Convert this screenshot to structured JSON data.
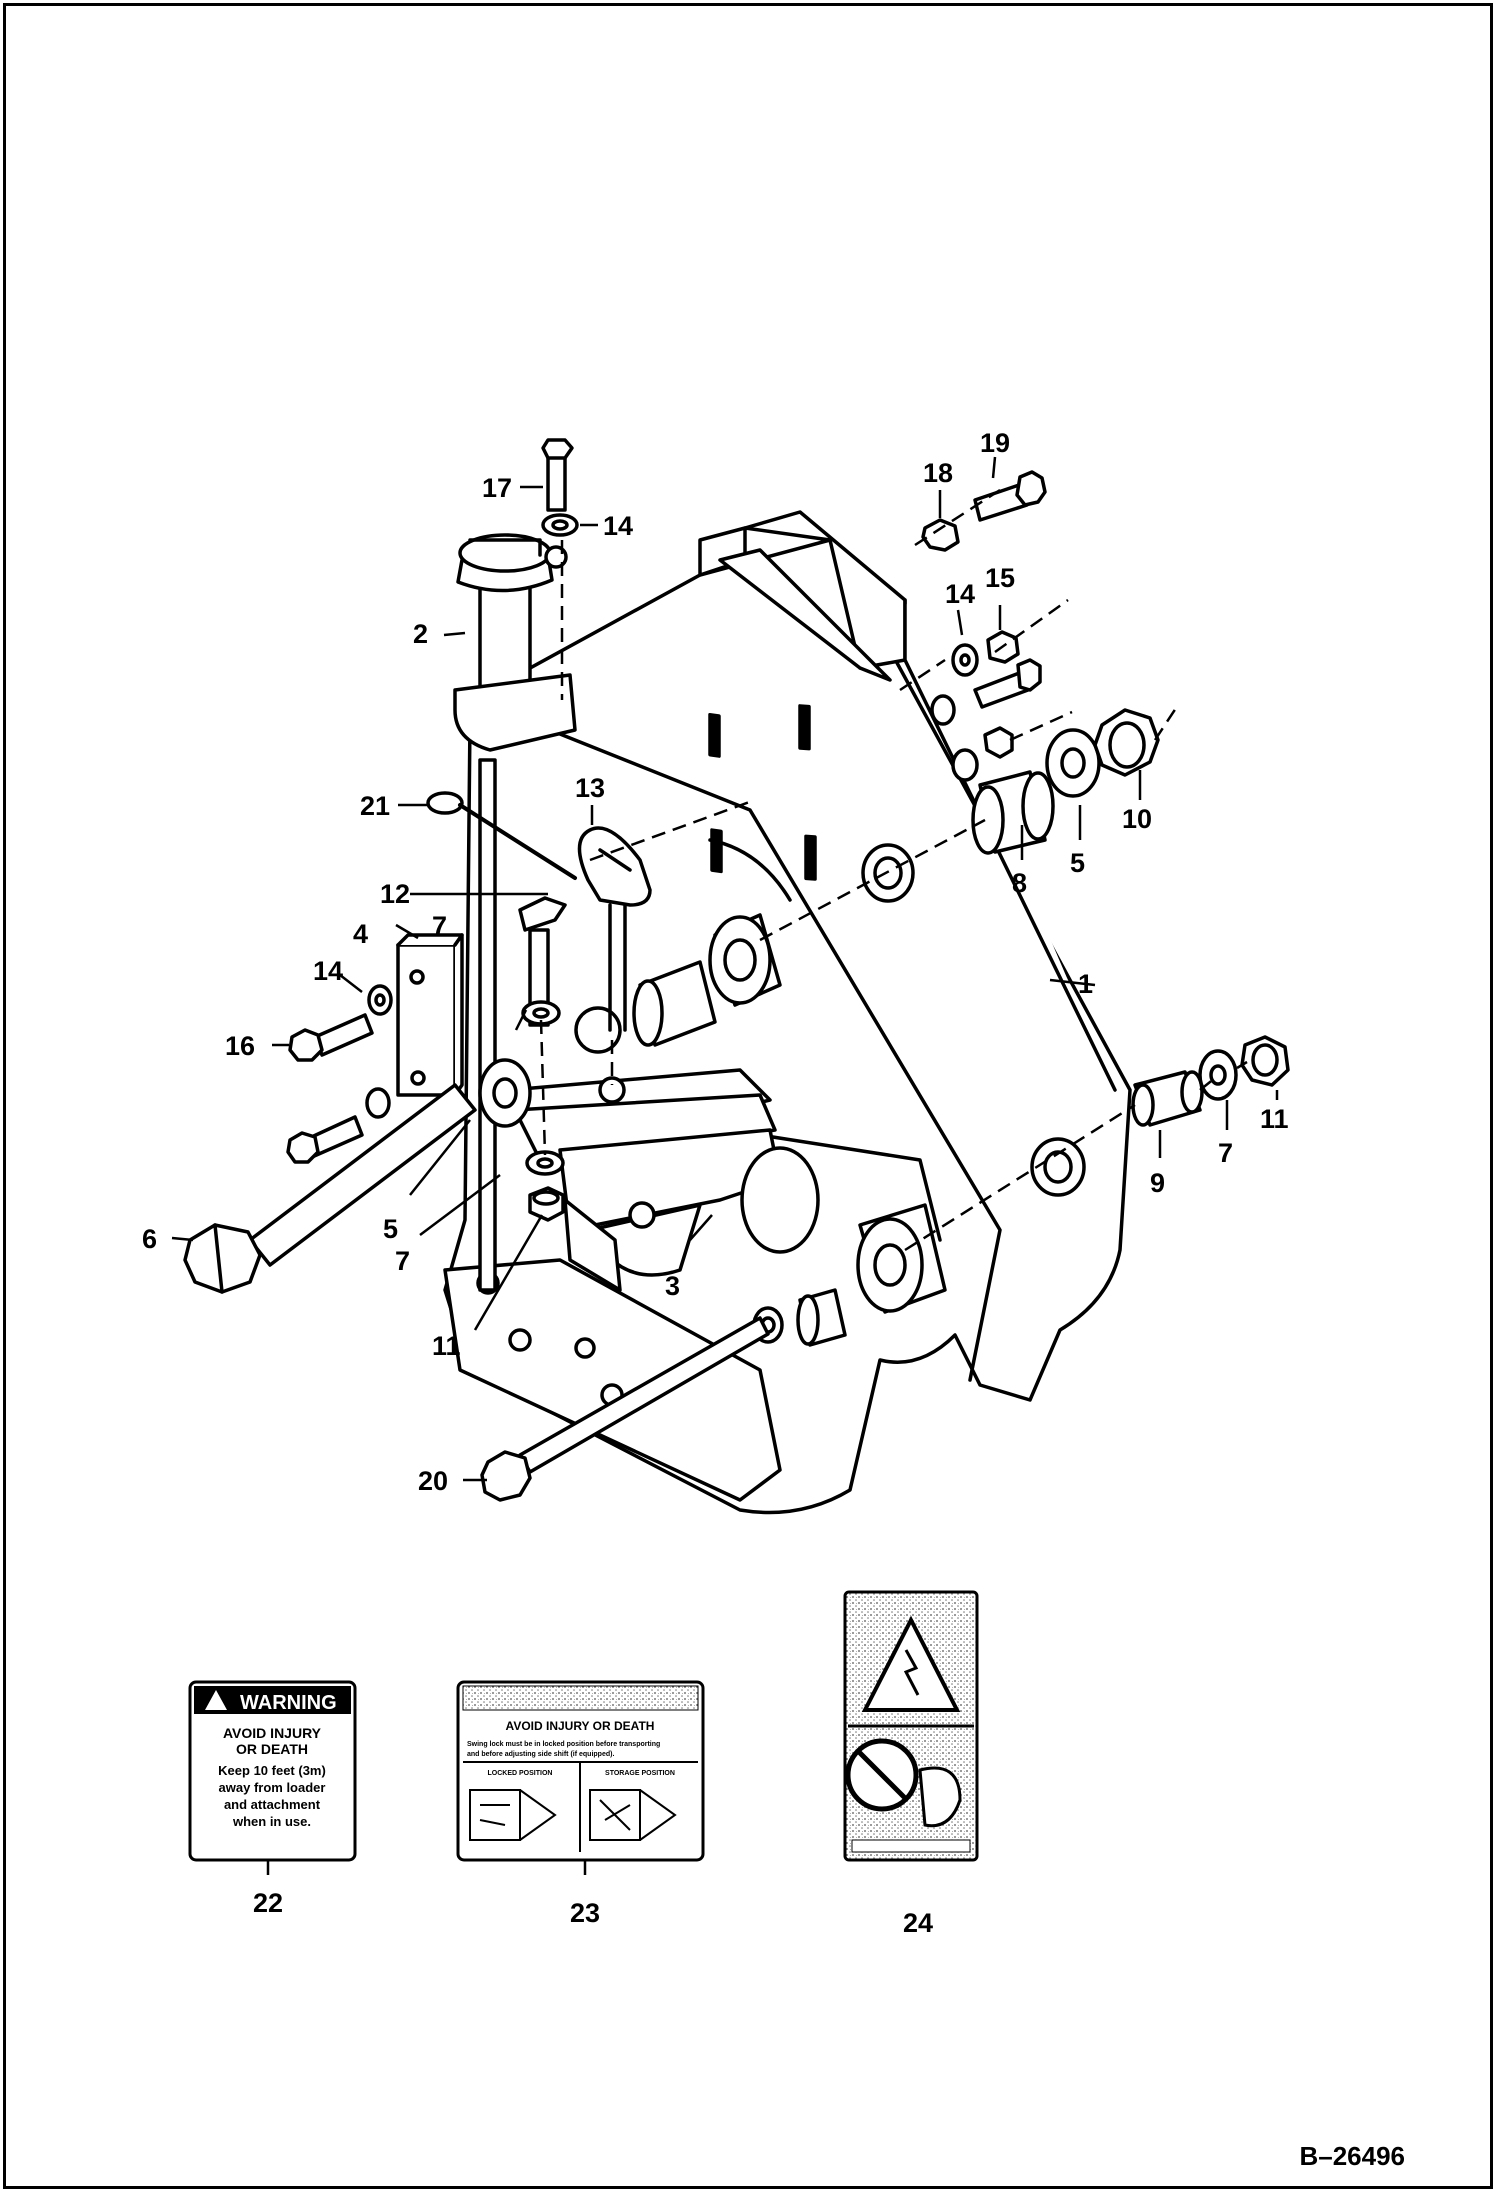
{
  "drawing": {
    "reference": "B–26496",
    "callouts": [
      "1",
      "2",
      "3",
      "4",
      "5",
      "5",
      "6",
      "7",
      "7",
      "7",
      "8",
      "9",
      "10",
      "11",
      "11",
      "12",
      "13",
      "14",
      "14",
      "14",
      "15",
      "16",
      "17",
      "18",
      "19",
      "20",
      "21",
      "22",
      "23",
      "24"
    ]
  },
  "decal22": {
    "header": "WARNING",
    "line1": "AVOID INJURY",
    "line2": "OR DEATH",
    "line3": "Keep 10 feet (3m)",
    "line4": "away from loader",
    "line5": "and attachment",
    "line6": "when in use."
  },
  "decal23": {
    "header": "AVOID INJURY OR DEATH",
    "note1": "Swing lock must be in locked position before transporting",
    "note2": "and before adjusting side shift (if equipped).",
    "left_caption": "LOCKED POSITION",
    "right_caption": "STORAGE POSITION"
  },
  "decal24": {
    "icon_top": "electrocution-warning-icon",
    "icon_bottom": "no-entry-icon"
  }
}
